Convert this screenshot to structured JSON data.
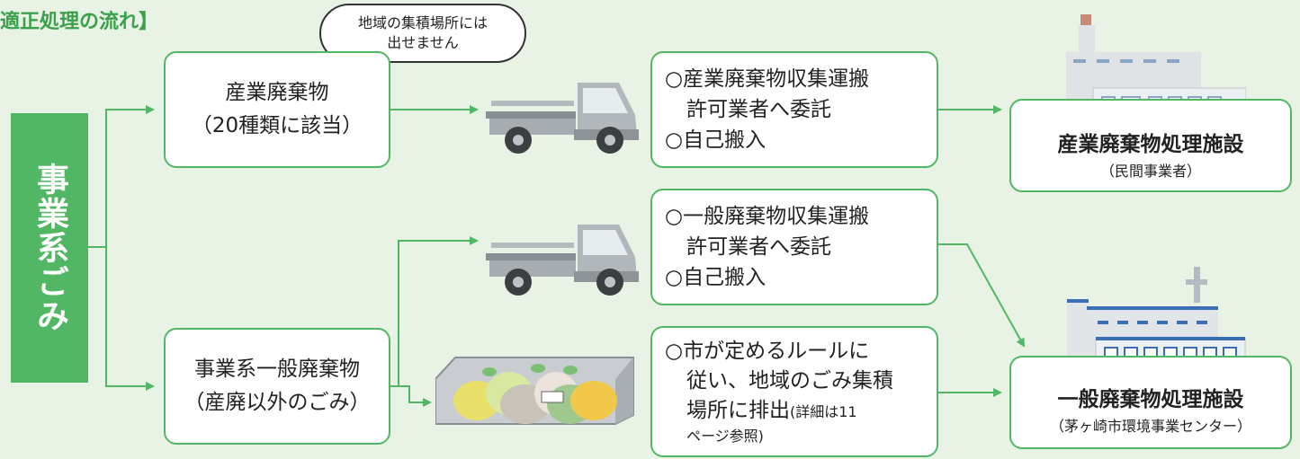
{
  "title": "適正処理の流れ】",
  "main_label": "事業系ごみ",
  "speech_bubble": {
    "line1": "地域の集積場所には",
    "line2": "出せません"
  },
  "industrial_waste": {
    "line1": "産業廃棄物",
    "line2": "（20種類に該当）"
  },
  "general_waste": {
    "line1": "事業系一般廃棄物",
    "line2": "（産廃以外のごみ）"
  },
  "industrial_transport": {
    "line1": "○産業廃棄物収集運搬",
    "line2": "許可業者へ委託",
    "line3": "○自己搬入"
  },
  "general_transport": {
    "line1": "○一般廃棄物収集運搬",
    "line2": "許可業者へ委託",
    "line3": "○自己搬入"
  },
  "collection_point": {
    "line1": "○市が定めるルールに",
    "line2": "従い、地域のごみ集積",
    "line3": "場所に排出",
    "line3_small": "(詳細は11",
    "line4": "ページ参照)"
  },
  "industrial_facility": {
    "name": "産業廃棄物処理施設",
    "sub": "（民間事業者）"
  },
  "general_facility": {
    "name": "一般廃棄物処理施設",
    "sub": "（茅ヶ崎市環境事業センター）"
  },
  "colors": {
    "green": "#52b764",
    "background": "#e8f3e6",
    "title_green": "#3aa14a"
  }
}
